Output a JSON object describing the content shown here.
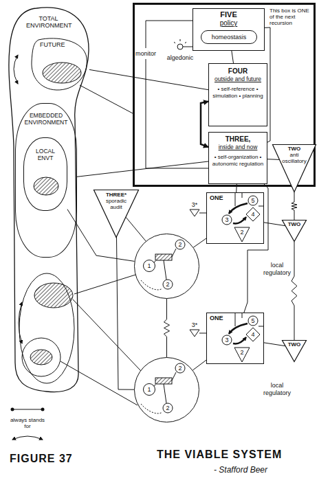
{
  "diagram": {
    "title": "THE VIABLE SYSTEM",
    "caption": "FIGURE 37",
    "nodes": [
      {
        "text": [
          "TOTAL ENVIRONMENT"
        ]
      },
      {
        "text": [
          "FUTURE"
        ],
        "in": 0
      },
      {
        "text": [
          "EMBEDDED ENVIRONMENT"
        ],
        "in": 0
      },
      {
        "text": [
          "LOCAL ENVT"
        ],
        "in": 2
      },
      {
        "text": [
          "This box is ONE of the next recursion"
        ]
      },
      {
        "text": [
          "FIVE",
          "policy"
        ],
        "in": 4
      },
      {
        "text": [
          "homeostasis"
        ],
        "in": 5
      },
      {
        "text": [
          "FOUR",
          "outside and future",
          "• self-reference • simulation • planning"
        ],
        "in": 4
      },
      {
        "text": [
          "THREE,",
          "inside and now",
          "• self-organization • autonomic regulation"
        ],
        "in": 4
      },
      {
        "text": [
          "TWO",
          "anti oscillatory"
        ]
      },
      {
        "text": [
          "THREE*",
          "sporadic audit"
        ]
      },
      {
        "text": [
          "ONE"
        ]
      },
      {
        "text": [
          "ONE"
        ]
      },
      {
        "text": [
          "1"
        ]
      },
      {
        "text": [
          "1"
        ]
      },
      {
        "text": [
          "TWO"
        ]
      },
      {
        "text": [
          "TWO"
        ]
      }
    ],
    "edges": [
      {
        "from": 1,
        "to": 7,
        "arrow": "none"
      },
      {
        "from": 7,
        "to": 8,
        "arrow": "both"
      },
      {
        "from": 5,
        "to": 7,
        "arrow": "none"
      },
      {
        "from": 5,
        "to": 8,
        "arrow": "none"
      },
      {
        "from": 9,
        "to": 8,
        "arrow": "none"
      },
      {
        "from": 8,
        "to": 11,
        "arrow": "none"
      },
      {
        "from": 8,
        "to": 12,
        "arrow": "none"
      },
      {
        "from": 8,
        "to": 2,
        "arrow": "none"
      },
      {
        "from": 9,
        "to": 15,
        "arrow": "none"
      },
      {
        "from": 15,
        "to": 16,
        "arrow": "none"
      },
      {
        "from": 10,
        "to": 13,
        "arrow": "none"
      },
      {
        "from": 10,
        "to": 14,
        "arrow": "none"
      },
      {
        "from": 11,
        "to": 13,
        "arrow": "none"
      },
      {
        "from": 12,
        "to": 14,
        "arrow": "none"
      },
      {
        "from": 13,
        "to": 14,
        "arrow": "none"
      },
      {
        "from": 13,
        "to": 3,
        "arrow": "none"
      },
      {
        "from": 11,
        "to": 15,
        "arrow": "none"
      },
      {
        "from": 12,
        "to": 16,
        "arrow": "none"
      }
    ],
    "labels": [
      "monitor",
      "algedonic",
      "5",
      "4",
      "3",
      "2",
      "5",
      "4",
      "3",
      "2",
      "3*",
      "3*",
      "2",
      "2",
      "2",
      "2",
      "local regulatory",
      "local regulatory",
      "- Stafford Beer"
    ],
    "legend": [
      {
        "text": "always stands for"
      }
    ]
  }
}
